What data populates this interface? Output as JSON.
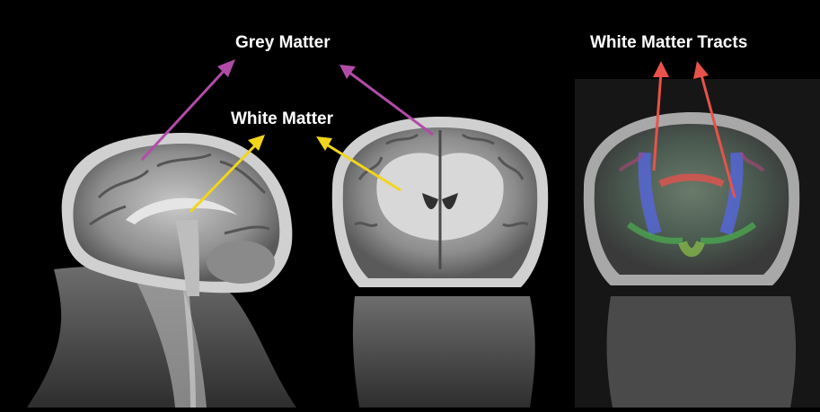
{
  "labels": {
    "grey_matter": "Grey Matter",
    "white_matter": "White Matter",
    "white_matter_tracts": "White Matter Tracts"
  },
  "colors": {
    "background": "#000000",
    "grey_matter_arrow": "#b24ba8",
    "white_matter_arrow": "#f2d51b",
    "tracts_arrow": "#e8524a"
  },
  "panels": [
    "sagittal-t1-mri",
    "coronal-t1-mri",
    "coronal-dti-color-map"
  ]
}
